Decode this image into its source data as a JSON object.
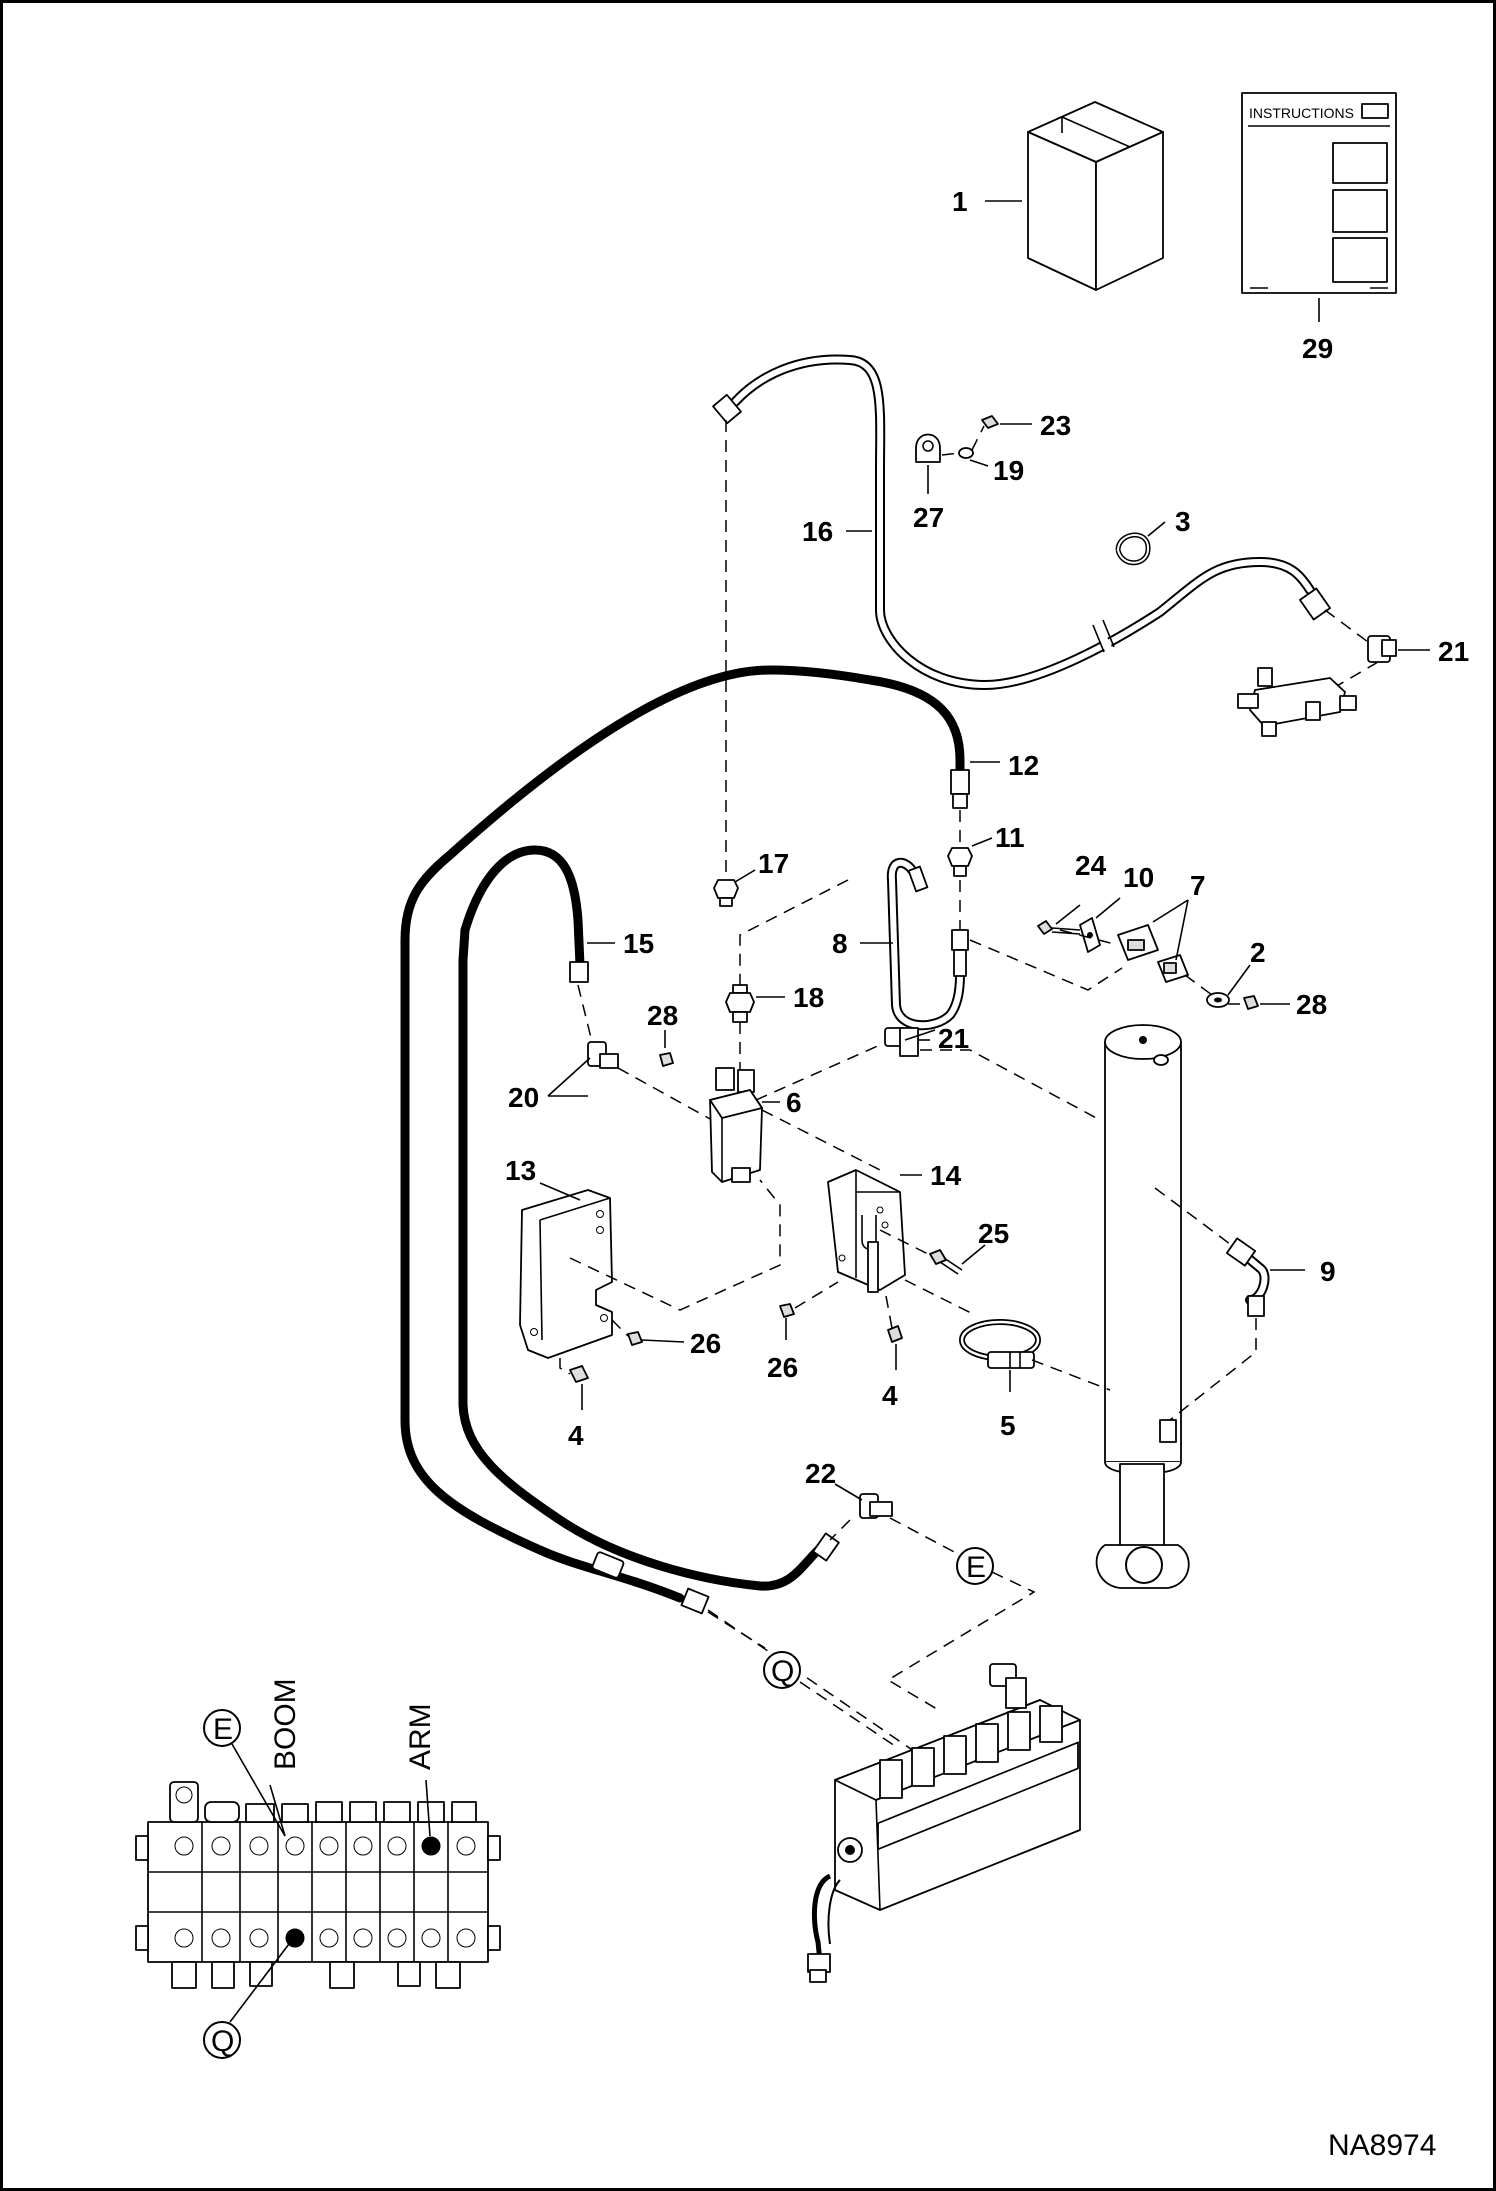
{
  "drawing_id": "NA8974",
  "instructions_title": "INSTRUCTIONS",
  "callouts": {
    "c1": "1",
    "c2": "2",
    "c3": "3",
    "c4a": "4",
    "c4b": "4",
    "c5": "5",
    "c6": "6",
    "c7": "7",
    "c8": "8",
    "c9": "9",
    "c10": "10",
    "c11": "11",
    "c12": "12",
    "c13": "13",
    "c14": "14",
    "c15": "15",
    "c16": "16",
    "c17": "17",
    "c18": "18",
    "c19": "19",
    "c20": "20",
    "c21a": "21",
    "c21b": "21",
    "c22": "22",
    "c23": "23",
    "c24": "24",
    "c25": "25",
    "c26a": "26",
    "c26b": "26",
    "c27": "27",
    "c28a": "28",
    "c28b": "28",
    "c29": "29"
  },
  "port_markers": {
    "e": "E",
    "q": "Q"
  },
  "inset": {
    "boom_label": "BOOM",
    "arm_label": "ARM",
    "e": "E",
    "q": "Q"
  }
}
